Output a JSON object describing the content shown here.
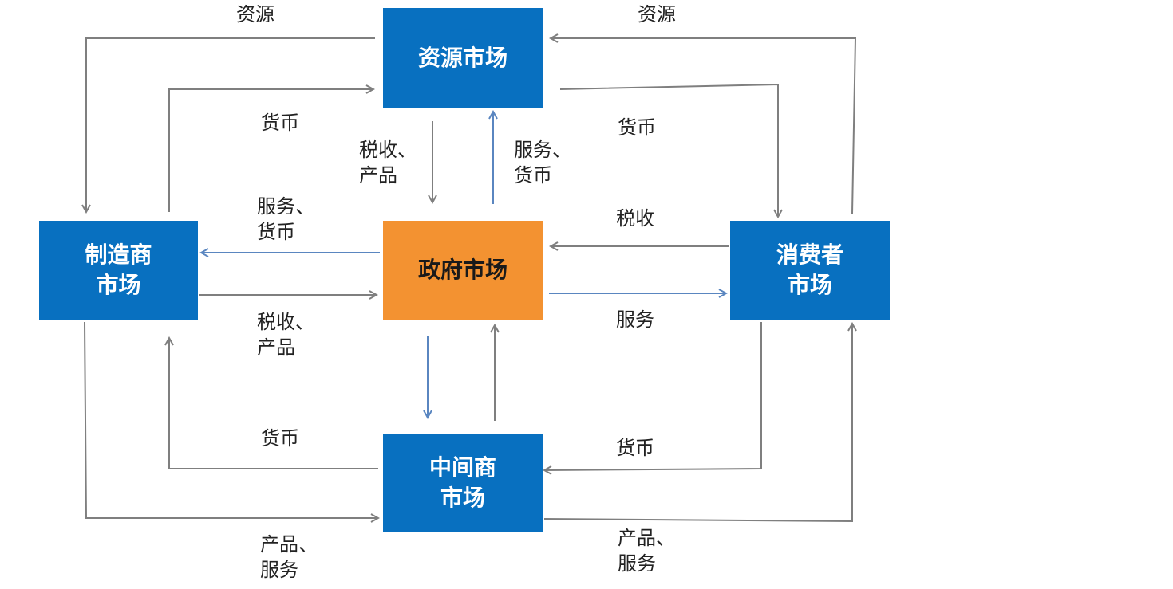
{
  "colors": {
    "box_blue": "#0870c0",
    "box_orange": "#f39231",
    "arrow_gray": "#7f7f7f",
    "arrow_blue": "#5a86c0"
  },
  "nodes": {
    "resource_market": "资源市场",
    "manufacturer_market": "制造商\n市场",
    "government_market": "政府市场",
    "consumer_market": "消费者\n市场",
    "intermediary_market": "中间商\n市场"
  },
  "labels": {
    "resource_to_manufacturer": "资源",
    "resource_to_consumer_side": "资源",
    "manufacturer_to_resource_money": "货币",
    "resource_to_consumer_money": "货币",
    "resource_to_gov": "税收、\n产品",
    "gov_to_resource": "服务、\n货币",
    "gov_to_manufacturer": "服务、\n货币",
    "consumer_to_gov": "税收",
    "manufacturer_to_gov": "税收、\n产品",
    "gov_to_consumer": "服务",
    "intermediary_to_manufacturer_money": "货币",
    "consumer_to_intermediary_money": "货币",
    "manufacturer_to_intermediary": "产品、\n服务",
    "intermediary_to_consumer": "产品、\n服务"
  }
}
